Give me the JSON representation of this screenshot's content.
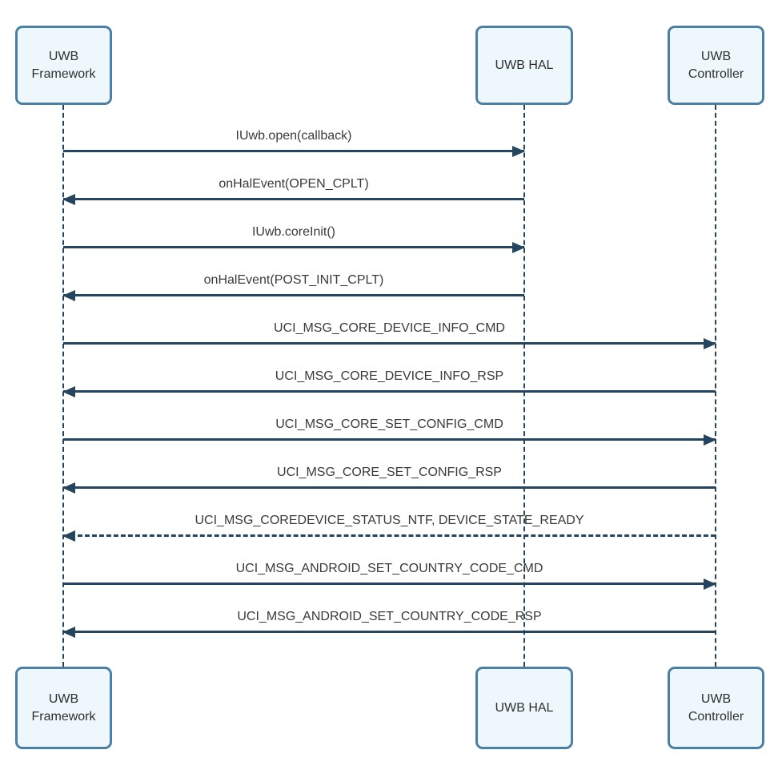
{
  "diagram_type": "sequence",
  "colors": {
    "line": "#25455e",
    "actor_border": "#4a80a5",
    "actor_fill": "#eef7fc",
    "text": "#303030",
    "background": "#ffffff"
  },
  "actors": [
    {
      "id": "framework",
      "label": "UWB Framework"
    },
    {
      "id": "hal",
      "label": "UWB HAL"
    },
    {
      "id": "controller",
      "label": "UWB Controller"
    }
  ],
  "messages": [
    {
      "label": "IUwb.open(callback)",
      "from": "framework",
      "to": "hal",
      "style": "solid"
    },
    {
      "label": "onHalEvent(OPEN_CPLT)",
      "from": "hal",
      "to": "framework",
      "style": "solid"
    },
    {
      "label": "IUwb.coreInit()",
      "from": "framework",
      "to": "hal",
      "style": "solid"
    },
    {
      "label": "onHalEvent(POST_INIT_CPLT)",
      "from": "hal",
      "to": "framework",
      "style": "solid"
    },
    {
      "label": "UCI_MSG_CORE_DEVICE_INFO_CMD",
      "from": "framework",
      "to": "controller",
      "style": "solid"
    },
    {
      "label": "UCI_MSG_CORE_DEVICE_INFO_RSP",
      "from": "controller",
      "to": "framework",
      "style": "solid"
    },
    {
      "label": "UCI_MSG_CORE_SET_CONFIG_CMD",
      "from": "framework",
      "to": "controller",
      "style": "solid"
    },
    {
      "label": "UCI_MSG_CORE_SET_CONFIG_RSP",
      "from": "controller",
      "to": "framework",
      "style": "solid"
    },
    {
      "label": "UCI_MSG_COREDEVICE_STATUS_NTF, DEVICE_STATE_READY",
      "from": "controller",
      "to": "framework",
      "style": "dashed"
    },
    {
      "label": "UCI_MSG_ANDROID_SET_COUNTRY_CODE_CMD",
      "from": "framework",
      "to": "controller",
      "style": "solid"
    },
    {
      "label": "UCI_MSG_ANDROID_SET_COUNTRY_CODE_RSP",
      "from": "controller",
      "to": "framework",
      "style": "solid"
    }
  ]
}
